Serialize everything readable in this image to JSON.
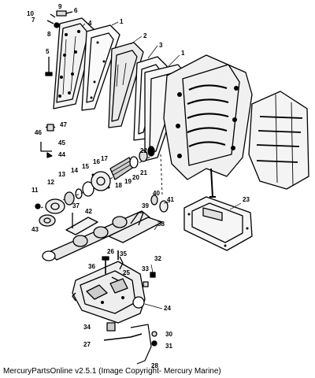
{
  "diagram": {
    "callouts": [
      "1",
      "2",
      "3",
      "1",
      "4",
      "5",
      "6",
      "7",
      "8",
      "9",
      "10",
      "46",
      "47",
      "45",
      "44",
      "11",
      "12",
      "13",
      "14",
      "15",
      "16",
      "17",
      "18",
      "19",
      "20",
      "21",
      "22",
      "40",
      "41",
      "23",
      "37",
      "42",
      "39",
      "38",
      "43",
      "35",
      "36",
      "26",
      "25",
      "32",
      "33",
      "24",
      "34",
      "27",
      "28",
      "30",
      "31"
    ]
  },
  "footer": {
    "caption": "MercuryPartsOnline v2.5.1 (Image Copyright- Mercury Marine)"
  }
}
